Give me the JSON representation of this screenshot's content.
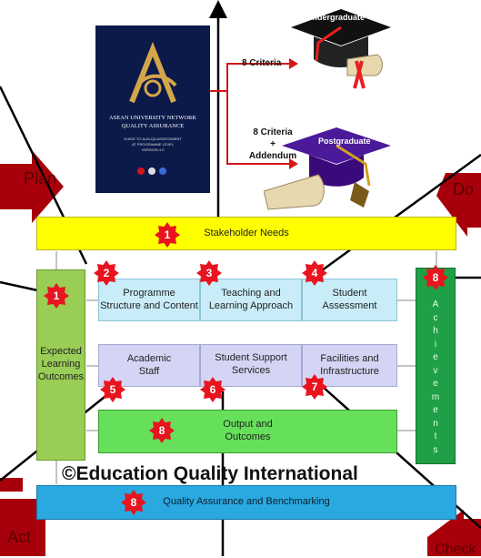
{
  "book": {
    "title_line1": "ASEAN UNIVERSITY NETWORK",
    "title_line2": "QUALITY ASSURANCE",
    "sub_line1": "GUIDE TO AUN-QA ASSESSMENT",
    "sub_line2": "AT PROGRAMME LEVEL",
    "sub_line3": "VERSION 4.0"
  },
  "branches": {
    "undergraduate": "Undergraduate",
    "postgraduate": "Postgraduate",
    "criteria_top": "8 Criteria",
    "criteria_bottom_1": "8 Criteria",
    "criteria_bottom_2": "+",
    "criteria_bottom_3": "Addendum"
  },
  "cycle": {
    "plan": "Plan",
    "do": "Do",
    "act": "Act",
    "check": "Check"
  },
  "stakeholder": {
    "label": "Stakeholder Needs",
    "badge": "1"
  },
  "elo": {
    "line1": "Expected",
    "line2": "Learning",
    "line3": "Outcomes",
    "badge": "1"
  },
  "achievements": {
    "letters": [
      "A",
      "c",
      "h",
      "i",
      "e",
      "v",
      "e",
      "m",
      "e",
      "n",
      "t",
      "s"
    ],
    "badge": "8"
  },
  "row1": [
    {
      "line1": "Programme",
      "line2": "Structure and Content",
      "badge": "2"
    },
    {
      "line1": "Teaching and",
      "line2": "Learning Approach",
      "badge": "3"
    },
    {
      "line1": "Student",
      "line2": "Assessment",
      "badge": "4"
    }
  ],
  "row2": [
    {
      "line1": "Academic",
      "line2": "Staff",
      "badge": "5"
    },
    {
      "line1": "Student Support",
      "line2": "Services",
      "badge": "6"
    },
    {
      "line1": "Facilities and",
      "line2": "Infrastructure",
      "badge": "7"
    }
  ],
  "output": {
    "line1": "Output and",
    "line2": "Outcomes",
    "badge": "8"
  },
  "watermark": "©Education Quality International",
  "qa": {
    "label": "Quality Assurance and Benchmarking",
    "badge": "8"
  },
  "colors": {
    "badge_red": "#e8141e",
    "arrow_red": "#a8000a",
    "yellow": "#ffff00",
    "qa_blue": "#2aa8e0",
    "achievements_green": "#1fa046",
    "elo_green": "#9acd55",
    "output_green": "#66e05a"
  }
}
